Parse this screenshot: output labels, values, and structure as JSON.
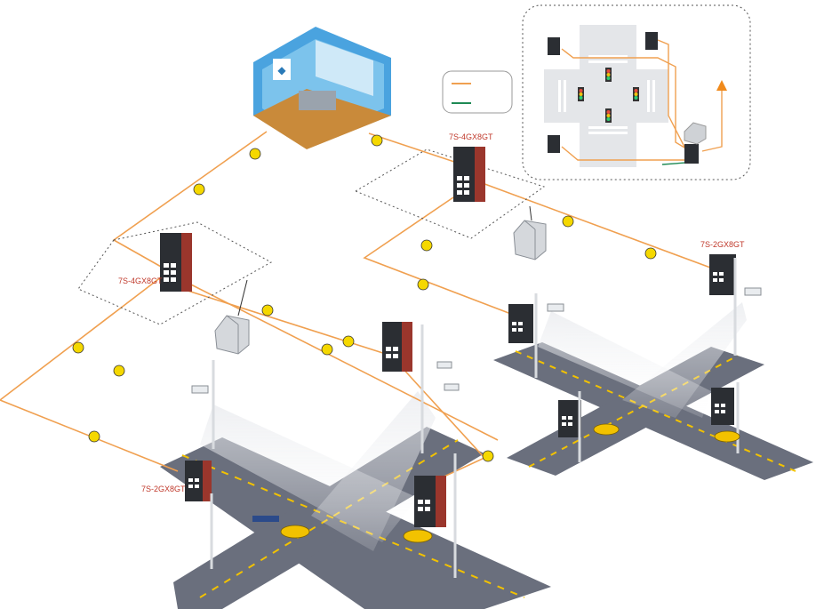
{
  "labels": {
    "switch_top": "7S-4GX8GT",
    "switch_left": "7S-4GX8GT",
    "switch_right": "7S-2GX8GT",
    "switch_bottom": "7S-2GX8GT"
  },
  "legend": {
    "entries": [
      {
        "color": "#f0a050",
        "label": ""
      },
      {
        "color": "#1f8a55",
        "label": ""
      }
    ]
  },
  "colors": {
    "fiber": "#f0a050",
    "copper": "#1f8a55",
    "road": "#6a6f7d",
    "lane_marking": "#f2c200",
    "switch_body": "#2b2e33",
    "switch_accent": "#c0392b",
    "control_room_wall": "#4aa3df",
    "control_room_floor": "#c98a3a",
    "arrow": "#f08a1c",
    "connector": "#f5d800"
  },
  "icons": [
    "control-room-icon",
    "industrial-switch-icon",
    "cabinet-icon",
    "camera-icon",
    "traffic-light-icon",
    "fiber-connector-icon",
    "car-icon",
    "up-arrow-icon"
  ]
}
